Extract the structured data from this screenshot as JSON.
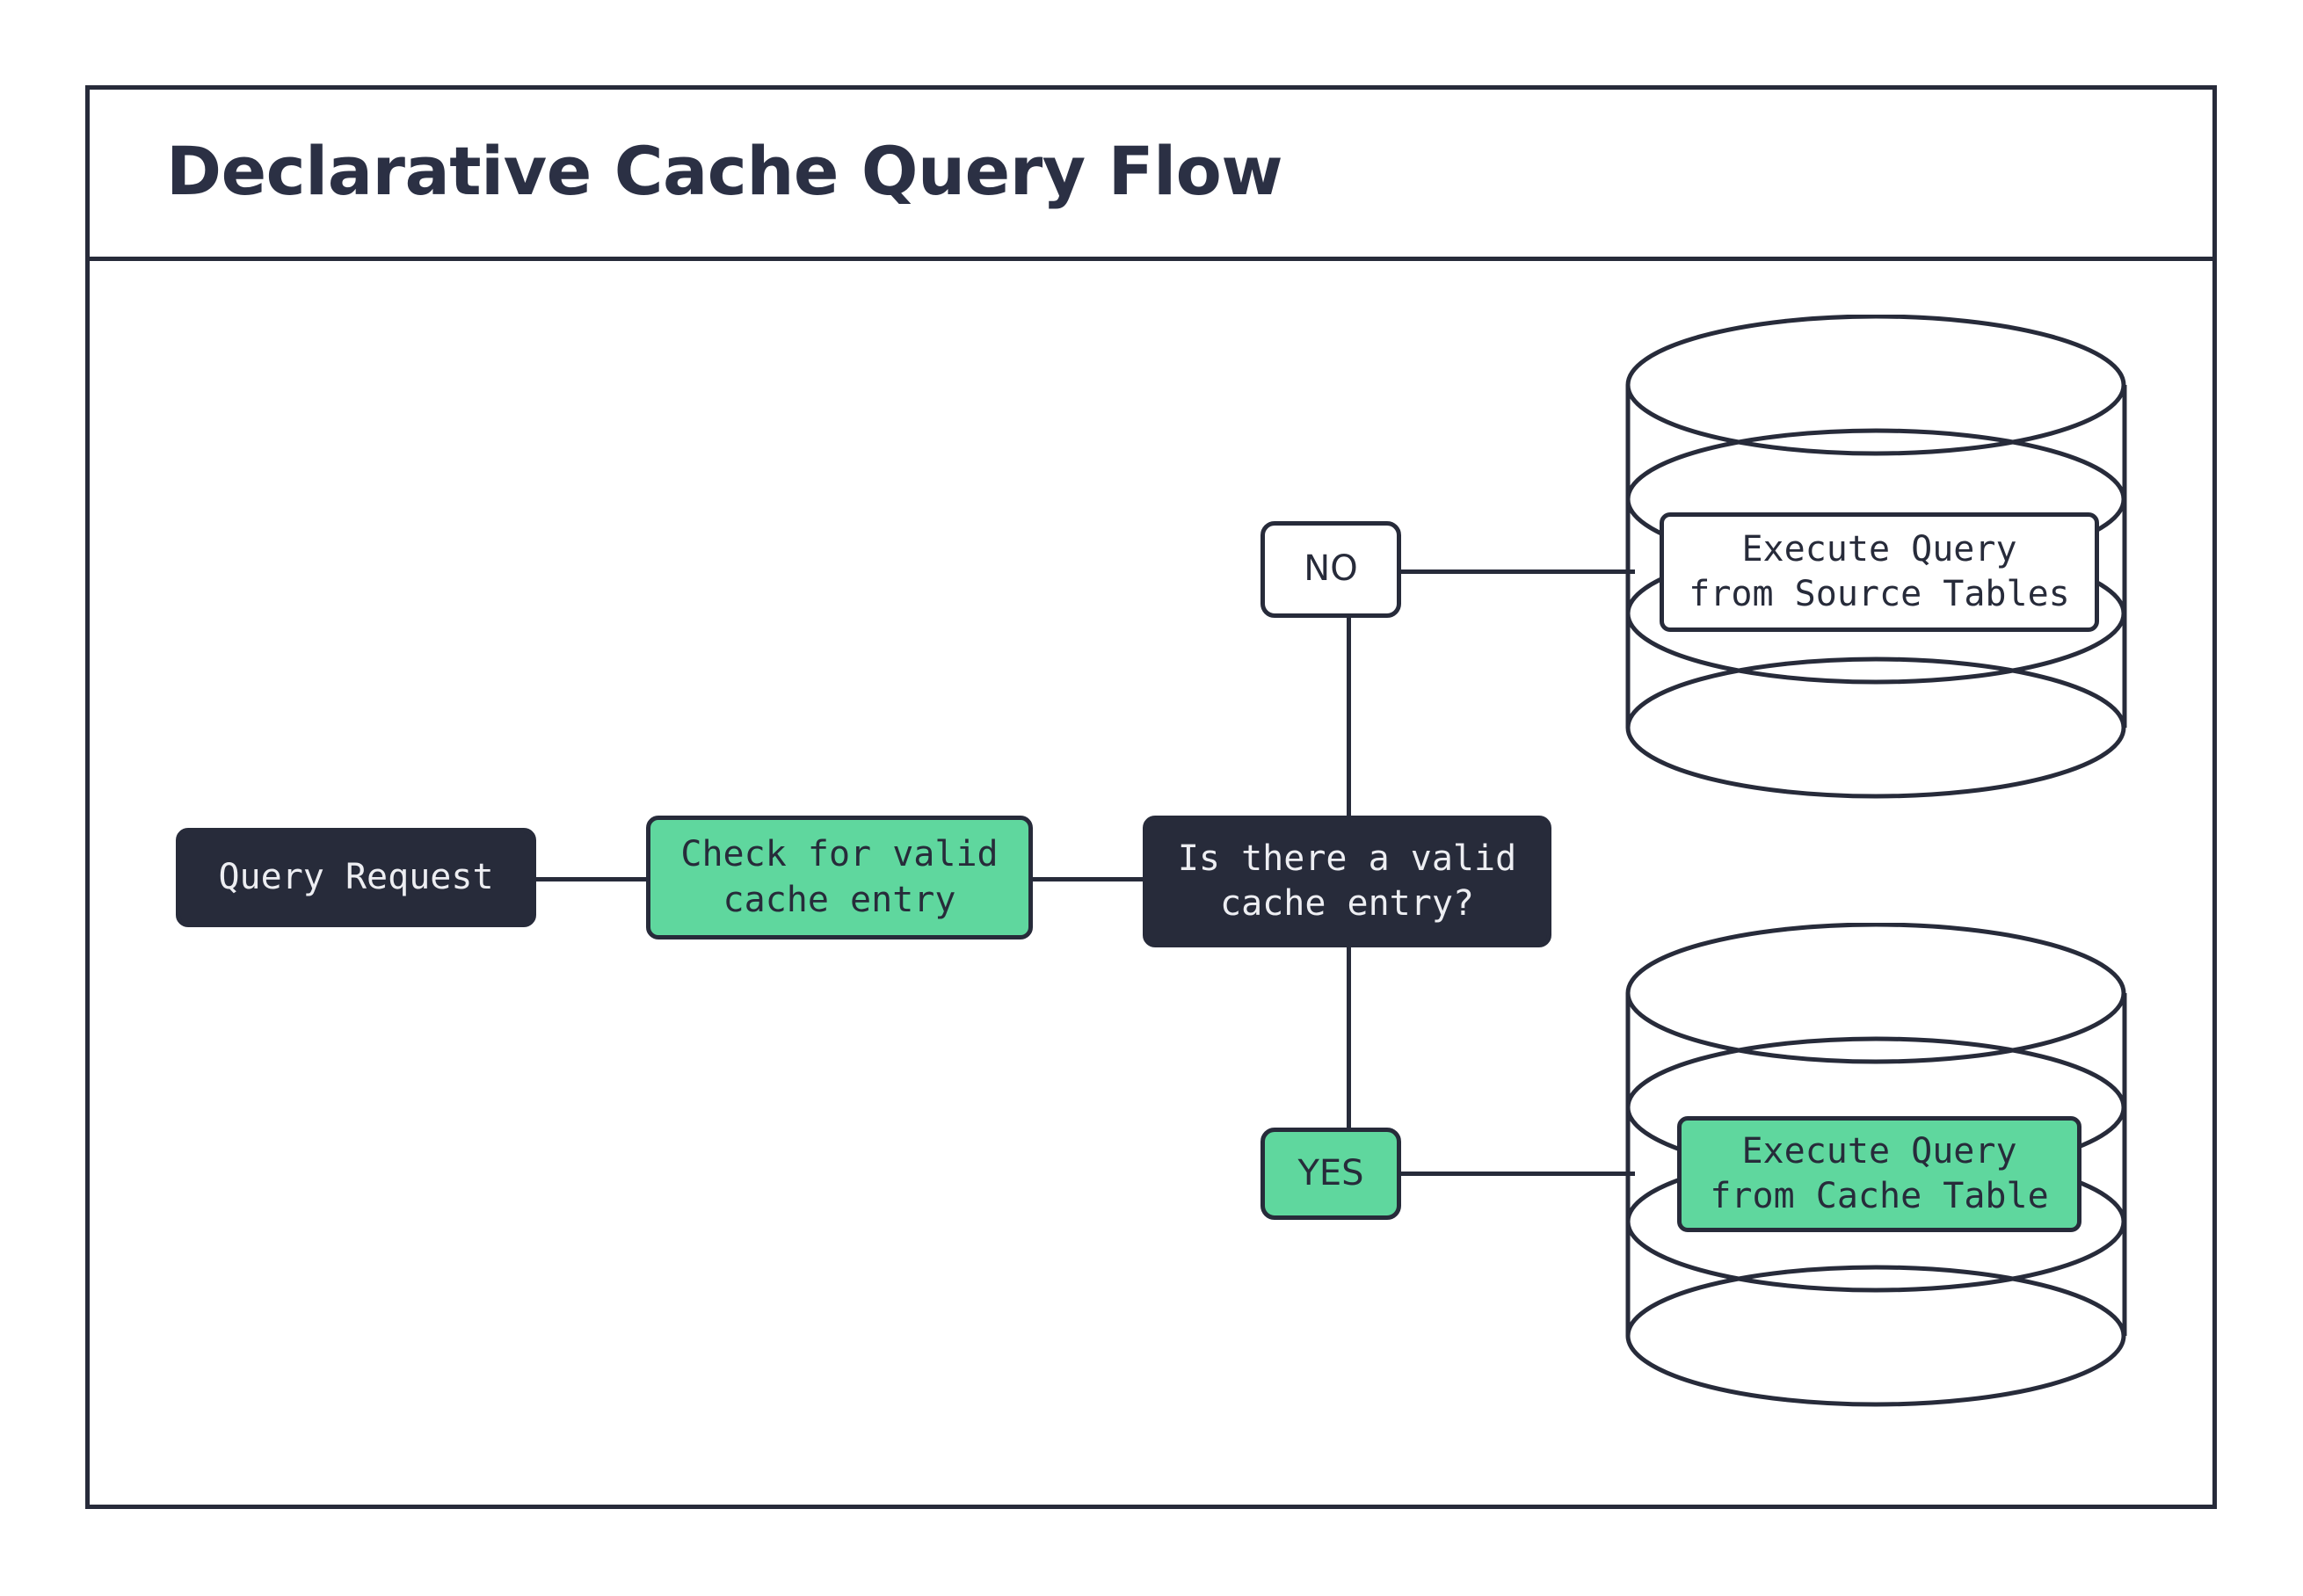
{
  "title": "Declarative Cache Query Flow",
  "nodes": {
    "query_request": "Query Request",
    "check_cache": "Check for valid\ncache entry",
    "decision": "Is there a valid\ncache entry?",
    "branch_no": "NO",
    "branch_yes": "YES",
    "execute_source": "Execute Query\nfrom Source Tables",
    "execute_cache": "Execute Query\nfrom Cache Table"
  },
  "shapes": {
    "source_database": "database-cylinder",
    "cache_database": "database-cylinder"
  },
  "colors": {
    "ink": "#272B3A",
    "accent_green": "#5FD79E",
    "surface": "#FFFFFF",
    "title_text": "#2B3044",
    "dark_node_text": "#EDEEF2"
  }
}
